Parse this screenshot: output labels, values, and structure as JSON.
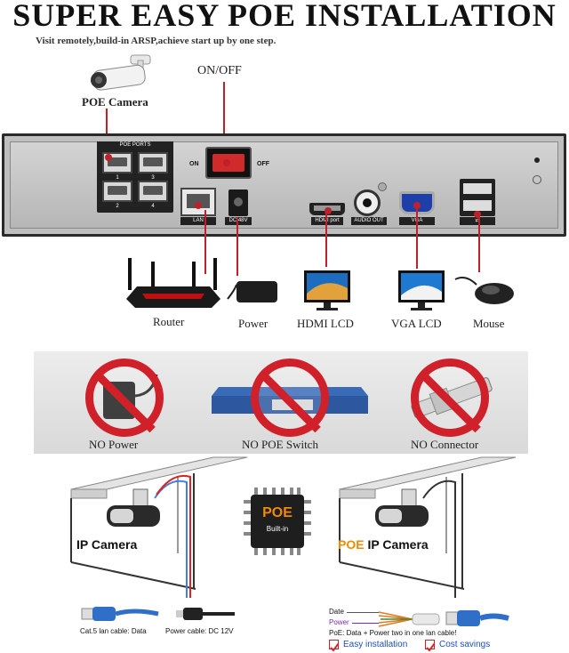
{
  "header": {
    "title": "SUPER EASY POE INSTALLATION",
    "subtitle": "Visit remotely,build-in ARSP,achieve start up by one step."
  },
  "top_labels": {
    "poe_camera": "POE Camera",
    "on_off": "ON/OFF"
  },
  "nvr_panel": {
    "poe_ports": "POE PORTS",
    "port_numbers": [
      "1",
      "3",
      "2",
      "4"
    ],
    "switch_on": "ON",
    "switch_off": "OFF",
    "dc48v": "DC 48V",
    "hdmi": "HDMI port",
    "audio_out": "AUDIO OUT",
    "vga": "VGA"
  },
  "devices": [
    {
      "label": "Router",
      "icon": "router-icon"
    },
    {
      "label": "Power",
      "icon": "power-adapter-icon"
    },
    {
      "label": "HDMI LCD",
      "icon": "monitor-icon"
    },
    {
      "label": "VGA LCD",
      "icon": "monitor-icon"
    },
    {
      "label": "Mouse",
      "icon": "mouse-icon"
    }
  ],
  "no_items": [
    {
      "label": "NO Power",
      "icon": "power-adapter-icon"
    },
    {
      "label": "NO POE Switch",
      "icon": "network-switch-icon"
    },
    {
      "label": "NO Connector",
      "icon": "bnc-connector-icon"
    }
  ],
  "comparison": {
    "left_title": "IP Camera",
    "chip_top": "POE",
    "chip_bottom": "Built-in",
    "right_title_prefix": "POE",
    "right_title_rest": " IP Camera",
    "cable1": "Cat.5 lan cable: Data",
    "cable2": "Power cable: DC 12V",
    "date_label": "Date",
    "power_label": "Power",
    "poe_note": "PoE: Data + Power two in one lan cable!",
    "benefit1": "Easy installation",
    "benefit2": "Cost savings"
  },
  "colors": {
    "accent_red": "#c0202a",
    "poe_orange": "#f08a00",
    "dark": "#222222",
    "lan_blue": "#2f6fc8"
  }
}
